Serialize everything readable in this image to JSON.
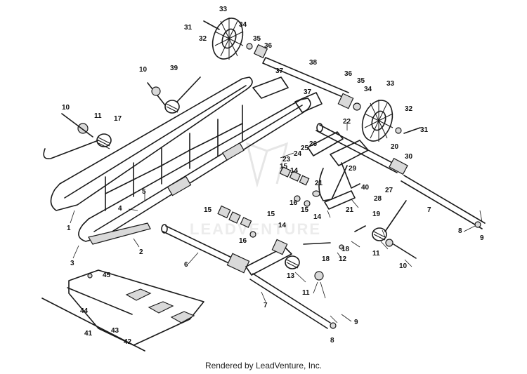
{
  "footer": "Rendered by LeadVenture, Inc.",
  "watermark": "LEADVENTURE",
  "callouts": [
    "1",
    "2",
    "3",
    "4",
    "5",
    "6",
    "7",
    "7",
    "8",
    "8",
    "9",
    "9",
    "10",
    "10",
    "10",
    "11",
    "11",
    "11",
    "12",
    "13",
    "14",
    "14",
    "14",
    "15",
    "15",
    "15",
    "15",
    "16",
    "16",
    "17",
    "18",
    "18",
    "19",
    "20",
    "21",
    "21",
    "22",
    "23",
    "24",
    "25",
    "26",
    "27",
    "28",
    "29",
    "30",
    "31",
    "31",
    "32",
    "32",
    "33",
    "33",
    "34",
    "34",
    "35",
    "35",
    "36",
    "36",
    "37",
    "37",
    "38",
    "39",
    "40",
    "41",
    "42",
    "43",
    "44",
    "45"
  ]
}
